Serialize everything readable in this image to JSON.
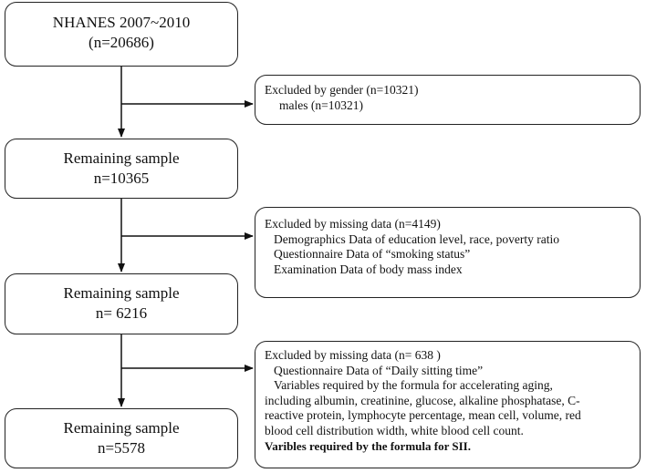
{
  "main_boxes": [
    {
      "line1": "NHANES 2007~2010",
      "line2": "(n=20686)"
    },
    {
      "line1": "Remaining sample",
      "line2": "n=10365"
    },
    {
      "line1": "Remaining sample",
      "line2": "n= 6216"
    },
    {
      "line1": "Remaining sample",
      "line2": "n=5578"
    }
  ],
  "exclusion_boxes": [
    {
      "title": "Excluded by gender  (n=10321)",
      "lines": [
        "males (n=10321)"
      ]
    },
    {
      "title": "Excluded by missing data (n=4149)",
      "lines": [
        "Demographics Data of education level, race, poverty ratio",
        "Questionnaire Data of “smoking status”",
        "Examination Data of body mass index"
      ]
    },
    {
      "title": "Excluded by missing data (n= 638  )",
      "lines": [
        "Questionnaire Data of “Daily sitting time”",
        "Variables required by the formula for accelerating aging,",
        "including albumin, creatinine, glucose, alkaline phosphatase, C-",
        "reactive protein, lymphocyte percentage, mean cell, volume, red",
        "blood cell distribution width, white blood cell count.",
        "Varibles required by the formula for SII."
      ]
    }
  ]
}
